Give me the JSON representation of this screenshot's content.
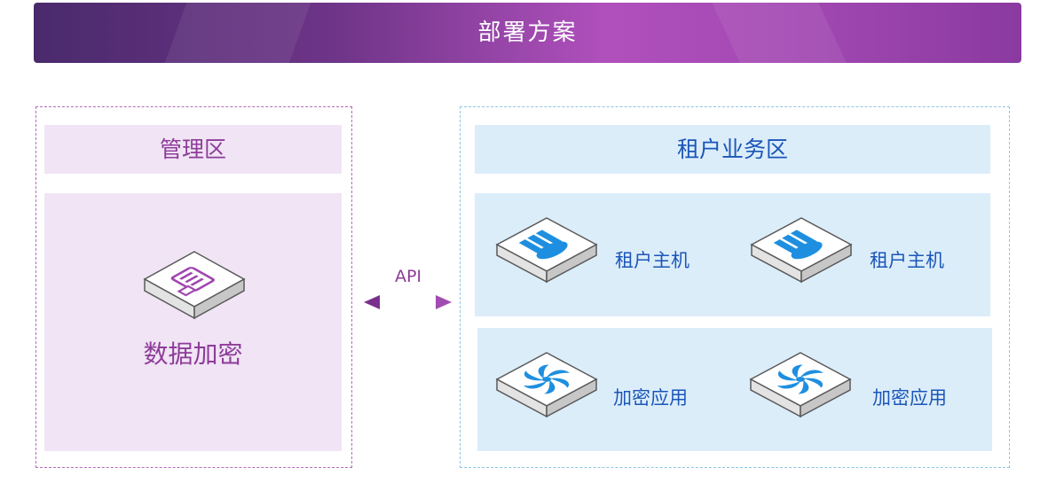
{
  "header": {
    "title": "部署方案"
  },
  "management_zone": {
    "title": "管理区",
    "device": {
      "label": "数据加密",
      "icon": "data-encryption-device-icon"
    }
  },
  "connector": {
    "label": "API",
    "icon": "bidirectional-arrow-icon"
  },
  "tenant_zone": {
    "title": "租户业务区",
    "hosts": [
      {
        "label": "租户主机",
        "icon": "cloud-server-icon"
      },
      {
        "label": "租户主机",
        "icon": "cloud-server-icon"
      }
    ],
    "apps": [
      {
        "label": "加密应用",
        "icon": "fan-app-icon"
      },
      {
        "label": "加密应用",
        "icon": "fan-app-icon"
      }
    ]
  },
  "colors": {
    "purple_accent": "#8e3c99",
    "blue_accent": "#1a56b8",
    "purple_panel": "#f0e4f5",
    "blue_panel": "#dcedfa"
  }
}
